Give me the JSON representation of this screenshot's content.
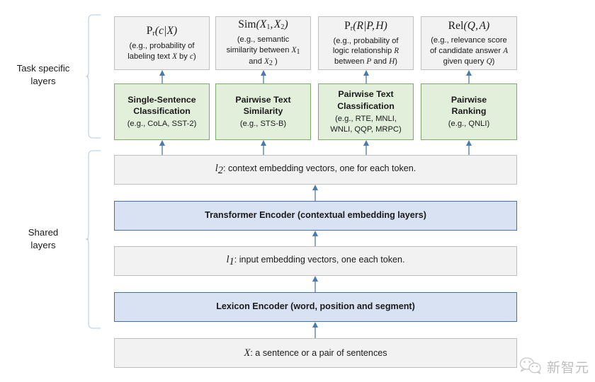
{
  "diagram": {
    "side_labels": [
      {
        "id": "task-specific",
        "text": "Task specific layers",
        "line1": "Task specific",
        "line2": "layers"
      },
      {
        "id": "shared",
        "text": "Shared layers",
        "line1": "Shared",
        "line2": "layers"
      }
    ],
    "output_boxes": [
      {
        "id": "output-classification",
        "formula": "Pr(c|X)",
        "formula_base": "P",
        "formula_sub": "r",
        "formula_rest": "(c|X)",
        "description": "(e.g., probability of labeling text X by c)",
        "desc_line1": "(e.g., probability of",
        "desc_line2": "labeling text X by c)"
      },
      {
        "id": "output-similarity",
        "formula": "Sim(X1, X2)",
        "formula_base": "Sim",
        "formula_sub": "",
        "formula_rest": "(X1, X2)",
        "description": "(e.g., semantic similarity between X1 and X2 )",
        "desc_line1": "(e.g., semantic",
        "desc_line2": "similarity between X1",
        "desc_line3": "and X2 )"
      },
      {
        "id": "output-logic",
        "formula": "Pr(R|P, H)",
        "formula_base": "P",
        "formula_sub": "r",
        "formula_rest": "(R|P, H)",
        "description": "(e.g., probability of logic relationship R between P and H)",
        "desc_line1": "(e.g., probability of",
        "desc_line2": "logic relationship R",
        "desc_line3": "between P and H)"
      },
      {
        "id": "output-relevance",
        "formula": "Rel(Q, A)",
        "formula_base": "Rel",
        "formula_sub": "",
        "formula_rest": "(Q, A)",
        "description": "(e.g., relevance score of candidate answer A given query Q)",
        "desc_line1": "(e.g., relevance score",
        "desc_line2": "of candidate answer A",
        "desc_line3": "given query Q)"
      }
    ],
    "task_boxes": [
      {
        "id": "task-single-sentence-classification",
        "title": "Single-Sentence Classification",
        "title_line1": "Single-Sentence",
        "title_line2": "Classification",
        "examples": "(e.g., CoLA, SST-2)",
        "examples_line1": "(e.g., CoLA, SST-2)",
        "examples_line2": ""
      },
      {
        "id": "task-pairwise-text-similarity",
        "title": "Pairwise Text Similarity",
        "title_line1": "Pairwise Text",
        "title_line2": "Similarity",
        "examples": "(e.g., STS-B)",
        "examples_line1": "(e.g., STS-B)",
        "examples_line2": ""
      },
      {
        "id": "task-pairwise-text-classification",
        "title": "Pairwise Text Classification",
        "title_line1": "Pairwise Text",
        "title_line2": "Classification",
        "examples": "(e.g., RTE, MNLI, WNLI, QQP, MRPC)",
        "examples_line1": "(e.g., RTE, MNLI,",
        "examples_line2": "WNLI, QQP, MRPC)"
      },
      {
        "id": "task-pairwise-ranking",
        "title": "Pairwise Ranking",
        "title_line1": "Pairwise",
        "title_line2": "Ranking",
        "examples": "(e.g., QNLI)",
        "examples_line1": "(e.g., QNLI)",
        "examples_line2": ""
      }
    ],
    "shared_boxes": [
      {
        "id": "context-embedding",
        "kind": "gray",
        "prefix_var": "l",
        "prefix_sub": "2",
        "label": ": context embedding vectors, one for each token.",
        "full_text": "l2: context embedding vectors, one for each token."
      },
      {
        "id": "transformer-encoder",
        "kind": "blue",
        "prefix_var": "",
        "prefix_sub": "",
        "label": "Transformer Encoder (contextual embedding layers)",
        "full_text": "Transformer Encoder (contextual embedding layers)"
      },
      {
        "id": "input-embedding",
        "kind": "gray",
        "prefix_var": "l",
        "prefix_sub": "1",
        "label": ": input embedding vectors, one each token.",
        "full_text": "l1: input embedding vectors, one each token."
      },
      {
        "id": "lexicon-encoder",
        "kind": "blue",
        "prefix_var": "",
        "prefix_sub": "",
        "label": "Lexicon Encoder (word, position and segment)",
        "full_text": "Lexicon Encoder (word, position and segment)"
      },
      {
        "id": "input-sentence",
        "kind": "gray",
        "prefix_var": "X",
        "prefix_sub": "",
        "label": ": a sentence or a pair of sentences",
        "full_text": "X: a sentence or a pair of sentences"
      }
    ],
    "colors": {
      "gray_fill": "#f2f2f2",
      "gray_border": "#bfbfbf",
      "green_fill": "#e2efda",
      "green_border": "#7fa96a",
      "blue_fill": "#d9e2f3",
      "blue_border": "#4472a8",
      "arrow": "#4a7bb0",
      "brace": "#c2d4e4"
    }
  },
  "watermark": {
    "text": "新智元",
    "icon": "wechat-logo"
  }
}
